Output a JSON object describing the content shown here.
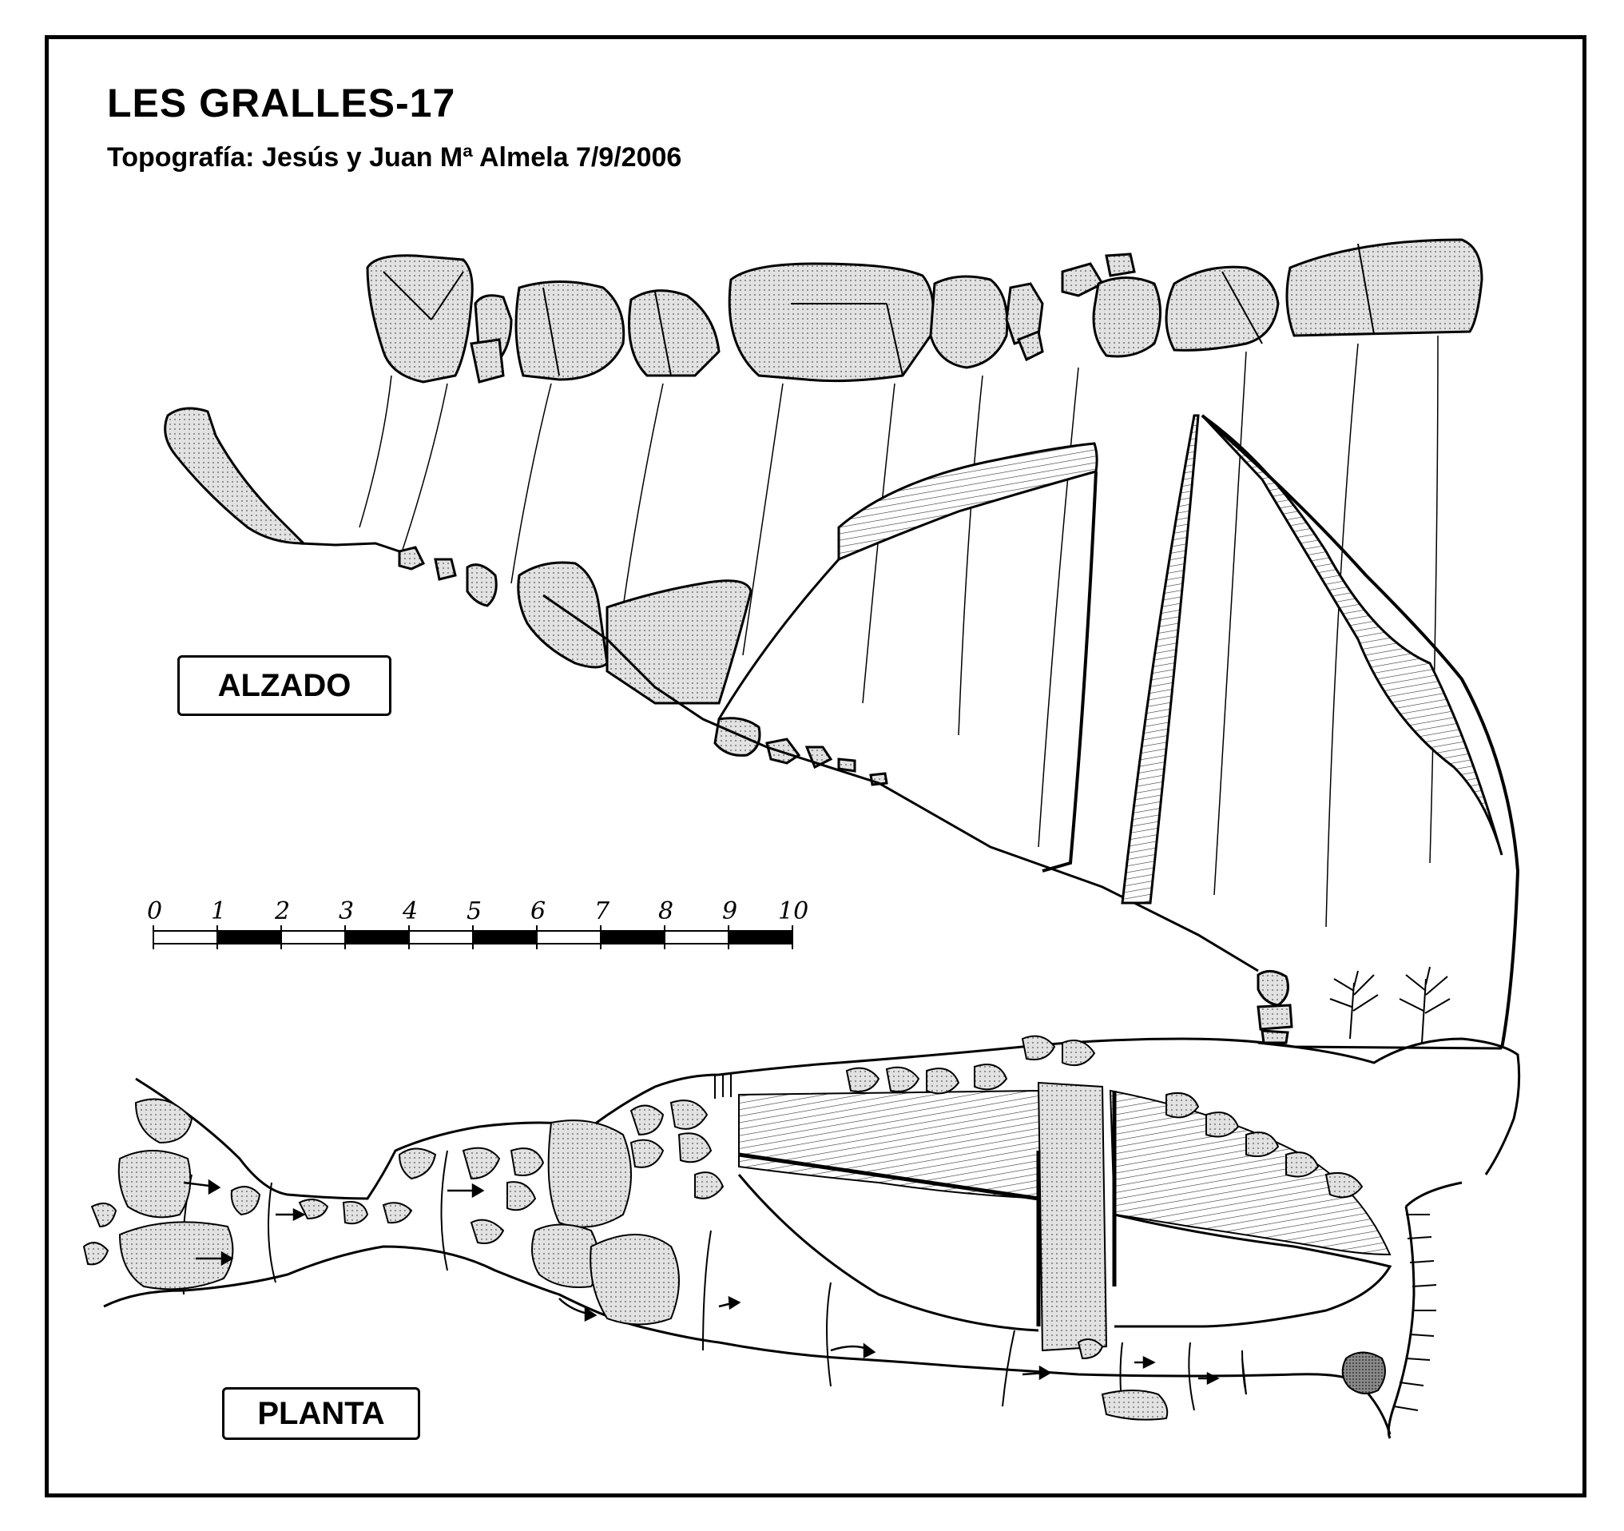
{
  "header": {
    "title": "LES GRALLES-17",
    "subtitle": "Topografía: Jesús y Juan Mª Almela  7/9/2006"
  },
  "views": {
    "elevation_label": "ALZADO",
    "plan_label": "PLANTA"
  },
  "scale_bar": {
    "ticks": [
      "0",
      "1",
      "2",
      "3",
      "4",
      "5",
      "6",
      "7",
      "8",
      "9",
      "10"
    ]
  },
  "colors": {
    "ink": "#000000",
    "paper": "#ffffff",
    "rock_fill": "#d9d9d9",
    "dark_rock_fill": "#9a9a9a"
  }
}
